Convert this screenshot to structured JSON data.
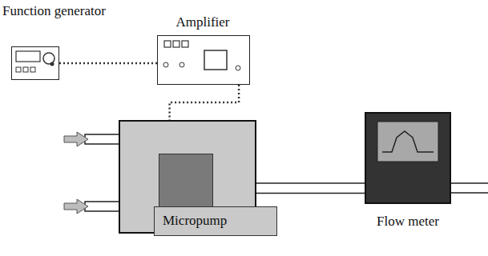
{
  "diagram": {
    "nodes": [
      {
        "text": [
          "Function generator"
        ]
      },
      {
        "text": [
          "Amplifier"
        ]
      },
      {
        "text": [
          "Micropump"
        ]
      },
      {
        "text": [
          "Flow meter"
        ]
      }
    ],
    "edges": [
      {
        "from": 0,
        "to": 1,
        "arrow": "none"
      },
      {
        "from": 1,
        "to": 2,
        "arrow": "none"
      },
      {
        "from": 2,
        "to": 3,
        "arrow": "none"
      }
    ]
  }
}
